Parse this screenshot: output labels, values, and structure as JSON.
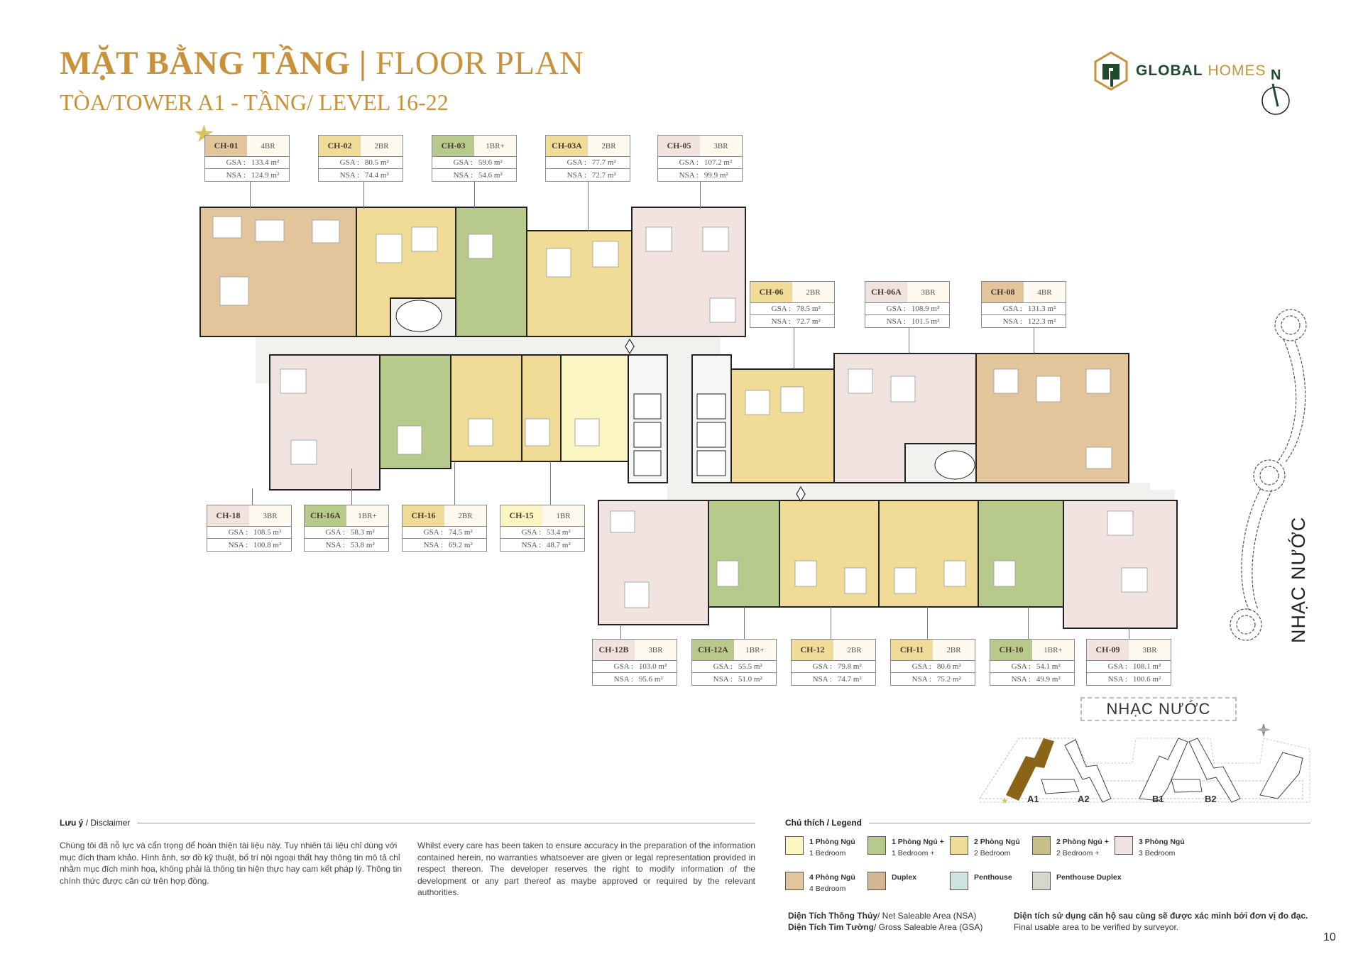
{
  "header": {
    "title_vn": "MẶT BẰNG TẦNG",
    "title_sep": "|",
    "title_en": "FLOOR PLAN",
    "subtitle": "TÒA/TOWER A1 - TẦNG/ LEVEL 16-22"
  },
  "brand": {
    "name_bold": "GLOBAL",
    "name_light": "HOMES",
    "compass_label": "N",
    "colors": {
      "green": "#1f4a2c",
      "gold": "#c9923a"
    }
  },
  "units_top": [
    {
      "code": "CH-01",
      "type": "4BR",
      "gsa": "133.4 m²",
      "nsa": "124.9 m²",
      "color": "#e2c59a"
    },
    {
      "code": "CH-02",
      "type": "2BR",
      "gsa": "80.5 m²",
      "nsa": "74.4 m²",
      "color": "#f0dc96"
    },
    {
      "code": "CH-03",
      "type": "1BR+",
      "gsa": "59.6 m²",
      "nsa": "54.6 m²",
      "color": "#b8c98c"
    },
    {
      "code": "CH-03A",
      "type": "2BR",
      "gsa": "77.7 m²",
      "nsa": "72.7 m²",
      "color": "#f0dc96"
    },
    {
      "code": "CH-05",
      "type": "3BR",
      "gsa": "107.2 m²",
      "nsa": "99.9 m²",
      "color": "#f1e4e0"
    }
  ],
  "units_mid": [
    {
      "code": "CH-06",
      "type": "2BR",
      "gsa": "78.5 m²",
      "nsa": "72.7 m²",
      "color": "#f0dc96"
    },
    {
      "code": "CH-06A",
      "type": "3BR",
      "gsa": "108.9 m²",
      "nsa": "101.5 m²",
      "color": "#f1e4e0"
    },
    {
      "code": "CH-08",
      "type": "4BR",
      "gsa": "131.3 m²",
      "nsa": "122.3 m²",
      "color": "#e2c59a"
    }
  ],
  "units_left_bottom": [
    {
      "code": "CH-18",
      "type": "3BR",
      "gsa": "108.5 m²",
      "nsa": "100.8 m²",
      "color": "#f1e4e0"
    },
    {
      "code": "CH-16A",
      "type": "1BR+",
      "gsa": "58.3 m²",
      "nsa": "53.8 m²",
      "color": "#b8c98c"
    },
    {
      "code": "CH-16",
      "type": "2BR",
      "gsa": "74.5 m²",
      "nsa": "69.2 m²",
      "color": "#f0dc96"
    },
    {
      "code": "CH-15",
      "type": "1BR",
      "gsa": "53.4 m²",
      "nsa": "48.7 m²",
      "color": "#fbf5c2"
    }
  ],
  "units_bottom": [
    {
      "code": "CH-12B",
      "type": "3BR",
      "gsa": "103.0 m²",
      "nsa": "95.6 m²",
      "color": "#f1e4e0"
    },
    {
      "code": "CH-12A",
      "type": "1BR+",
      "gsa": "55.5 m²",
      "nsa": "51.0 m²",
      "color": "#b8c98c"
    },
    {
      "code": "CH-12",
      "type": "2BR",
      "gsa": "79.8 m²",
      "nsa": "74.7 m²",
      "color": "#f0dc96"
    },
    {
      "code": "CH-11",
      "type": "2BR",
      "gsa": "80.6 m²",
      "nsa": "75.2 m²",
      "color": "#f0dc96"
    },
    {
      "code": "CH-10",
      "type": "1BR+",
      "gsa": "54.1 m²",
      "nsa": "49.9 m²",
      "color": "#b8c98c"
    },
    {
      "code": "CH-09",
      "type": "3BR",
      "gsa": "108.1 m²",
      "nsa": "100.6 m²",
      "color": "#f1e4e0"
    }
  ],
  "labels": {
    "gsa": "GSA :",
    "nsa": "NSA :"
  },
  "fountain": {
    "vertical_label": "NHẠC NƯỚC",
    "site_label": "NHẠC NƯỚC"
  },
  "site_map": {
    "towers": [
      "A1",
      "A2",
      "B1",
      "B2"
    ],
    "highlight": "A1"
  },
  "disclaimer": {
    "heading_vn": "Lưu ý",
    "heading_en": "/ Disclaimer",
    "text_vn": "Chúng tôi đã nỗ lực và cẩn trọng để hoàn thiện tài liệu này. Tuy nhiên tài liệu chỉ dùng với mục đích tham khảo. Hình ảnh, sơ đồ kỹ thuật, bố trí nội ngoại thất hay thông tin mô tả chỉ nhằm mục đích minh họa, không phải là thông tin hiện thực hay cam kết pháp lý. Thông tin chính thức được căn cứ trên hợp đồng.",
    "text_en": "Whilst every care has been taken to ensure accuracy in the preparation of the information contained herein, no warranties whatsoever are given or legal representation provided in respect thereon. The developer reserves the right to modify information of the development or any part thereof as maybe approved or required by the relevant authorities."
  },
  "legend": {
    "heading_vn": "Chú thích",
    "heading_en": "/ Legend",
    "items": [
      {
        "vn": "1 Phòng Ngủ",
        "en": "1 Bedroom",
        "color": "#fbf5c2"
      },
      {
        "vn": "1 Phòng Ngủ +",
        "en": "1 Bedroom +",
        "color": "#b8c98c"
      },
      {
        "vn": "2 Phòng Ngủ",
        "en": "2 Bedroom",
        "color": "#f0dc96"
      },
      {
        "vn": "2 Phòng Ngủ +",
        "en": "2 Bedroom +",
        "color": "#c7bf8a"
      },
      {
        "vn": "3 Phòng Ngủ",
        "en": "3 Bedroom",
        "color": "#f1e4e0"
      },
      {
        "vn": "4 Phòng Ngủ",
        "en": "4 Bedroom",
        "color": "#e2c59a"
      },
      {
        "vn": "Duplex",
        "en": "",
        "color": "#d4b894"
      },
      {
        "vn": "Penthouse",
        "en": "",
        "color": "#cfe3e1"
      },
      {
        "vn": "Penthouse Duplex",
        "en": "",
        "color": "#d5d6cc"
      }
    ]
  },
  "area_notes": {
    "nsa_vn": "Diện Tích Thông Thủy",
    "nsa_en": "/ Net Saleable Area (NSA)",
    "gsa_vn": "Diện Tích Tim Tường",
    "gsa_en": "/ Gross Saleable Area (GSA)",
    "final_vn": "Diện tích sử dụng căn hộ sau cùng sẽ được xác minh bởi đơn vị đo đạc.",
    "final_en": "Final usable area to be verified by surveyor."
  },
  "page_number": "10"
}
